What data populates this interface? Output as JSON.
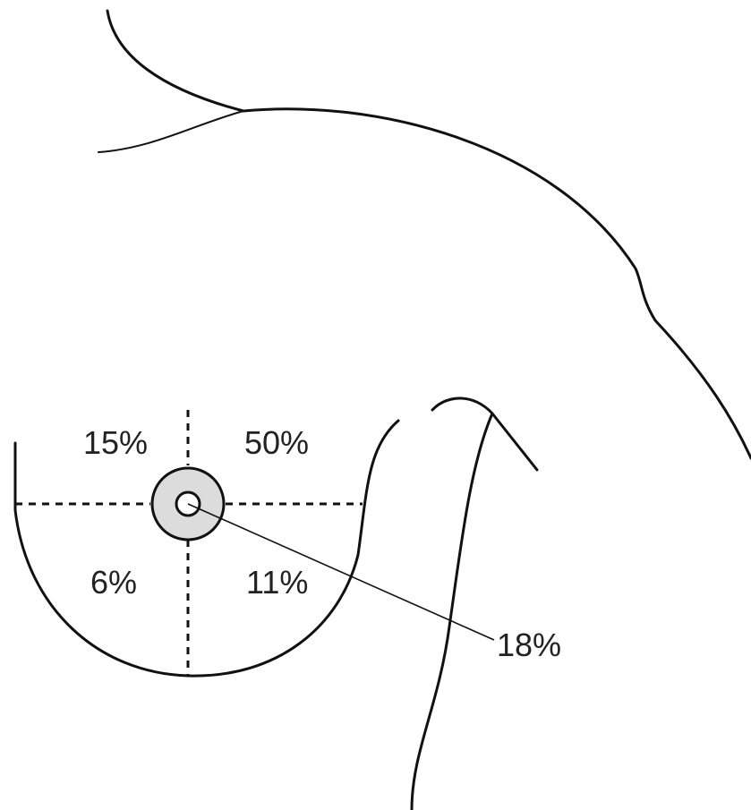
{
  "diagram": {
    "quadrants": {
      "upper_inner": "15%",
      "upper_outer": "50%",
      "lower_inner": "6%",
      "lower_outer": "11%"
    },
    "central": "18%"
  },
  "colors": {
    "line": "#111111",
    "areola_fill": "#dcdcdc",
    "text": "#222222"
  }
}
